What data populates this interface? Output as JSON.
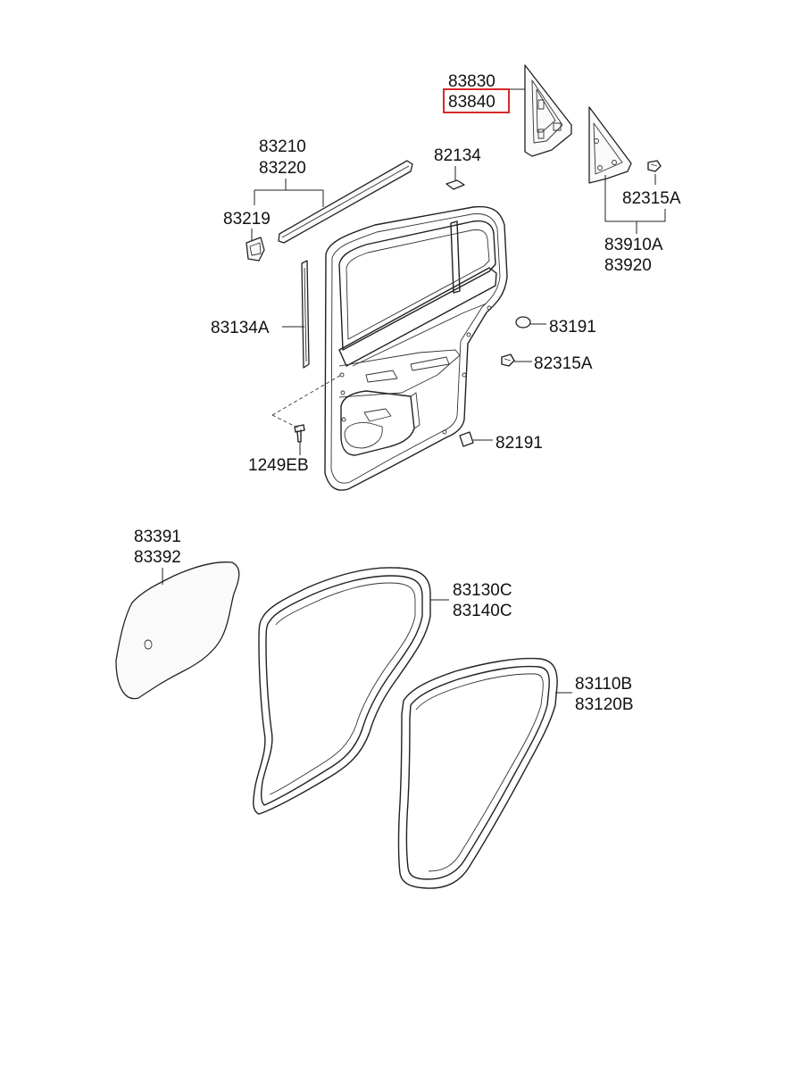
{
  "highlight_color": "#d62828",
  "labels": {
    "p83830": "83830",
    "p83840": "83840",
    "p83210": "83210",
    "p83220": "83220",
    "p82134": "82134",
    "p82315A_top": "82315A",
    "p83219": "83219",
    "p83910A": "83910A",
    "p83920": "83920",
    "p83134A": "83134A",
    "p83191": "83191",
    "p82315A_mid": "82315A",
    "p82191": "82191",
    "p1249EB": "1249EB",
    "p83391": "83391",
    "p83392": "83392",
    "p83130C": "83130C",
    "p83140C": "83140C",
    "p83110B": "83110B",
    "p83120B": "83120B"
  },
  "highlighted_part": "83840"
}
